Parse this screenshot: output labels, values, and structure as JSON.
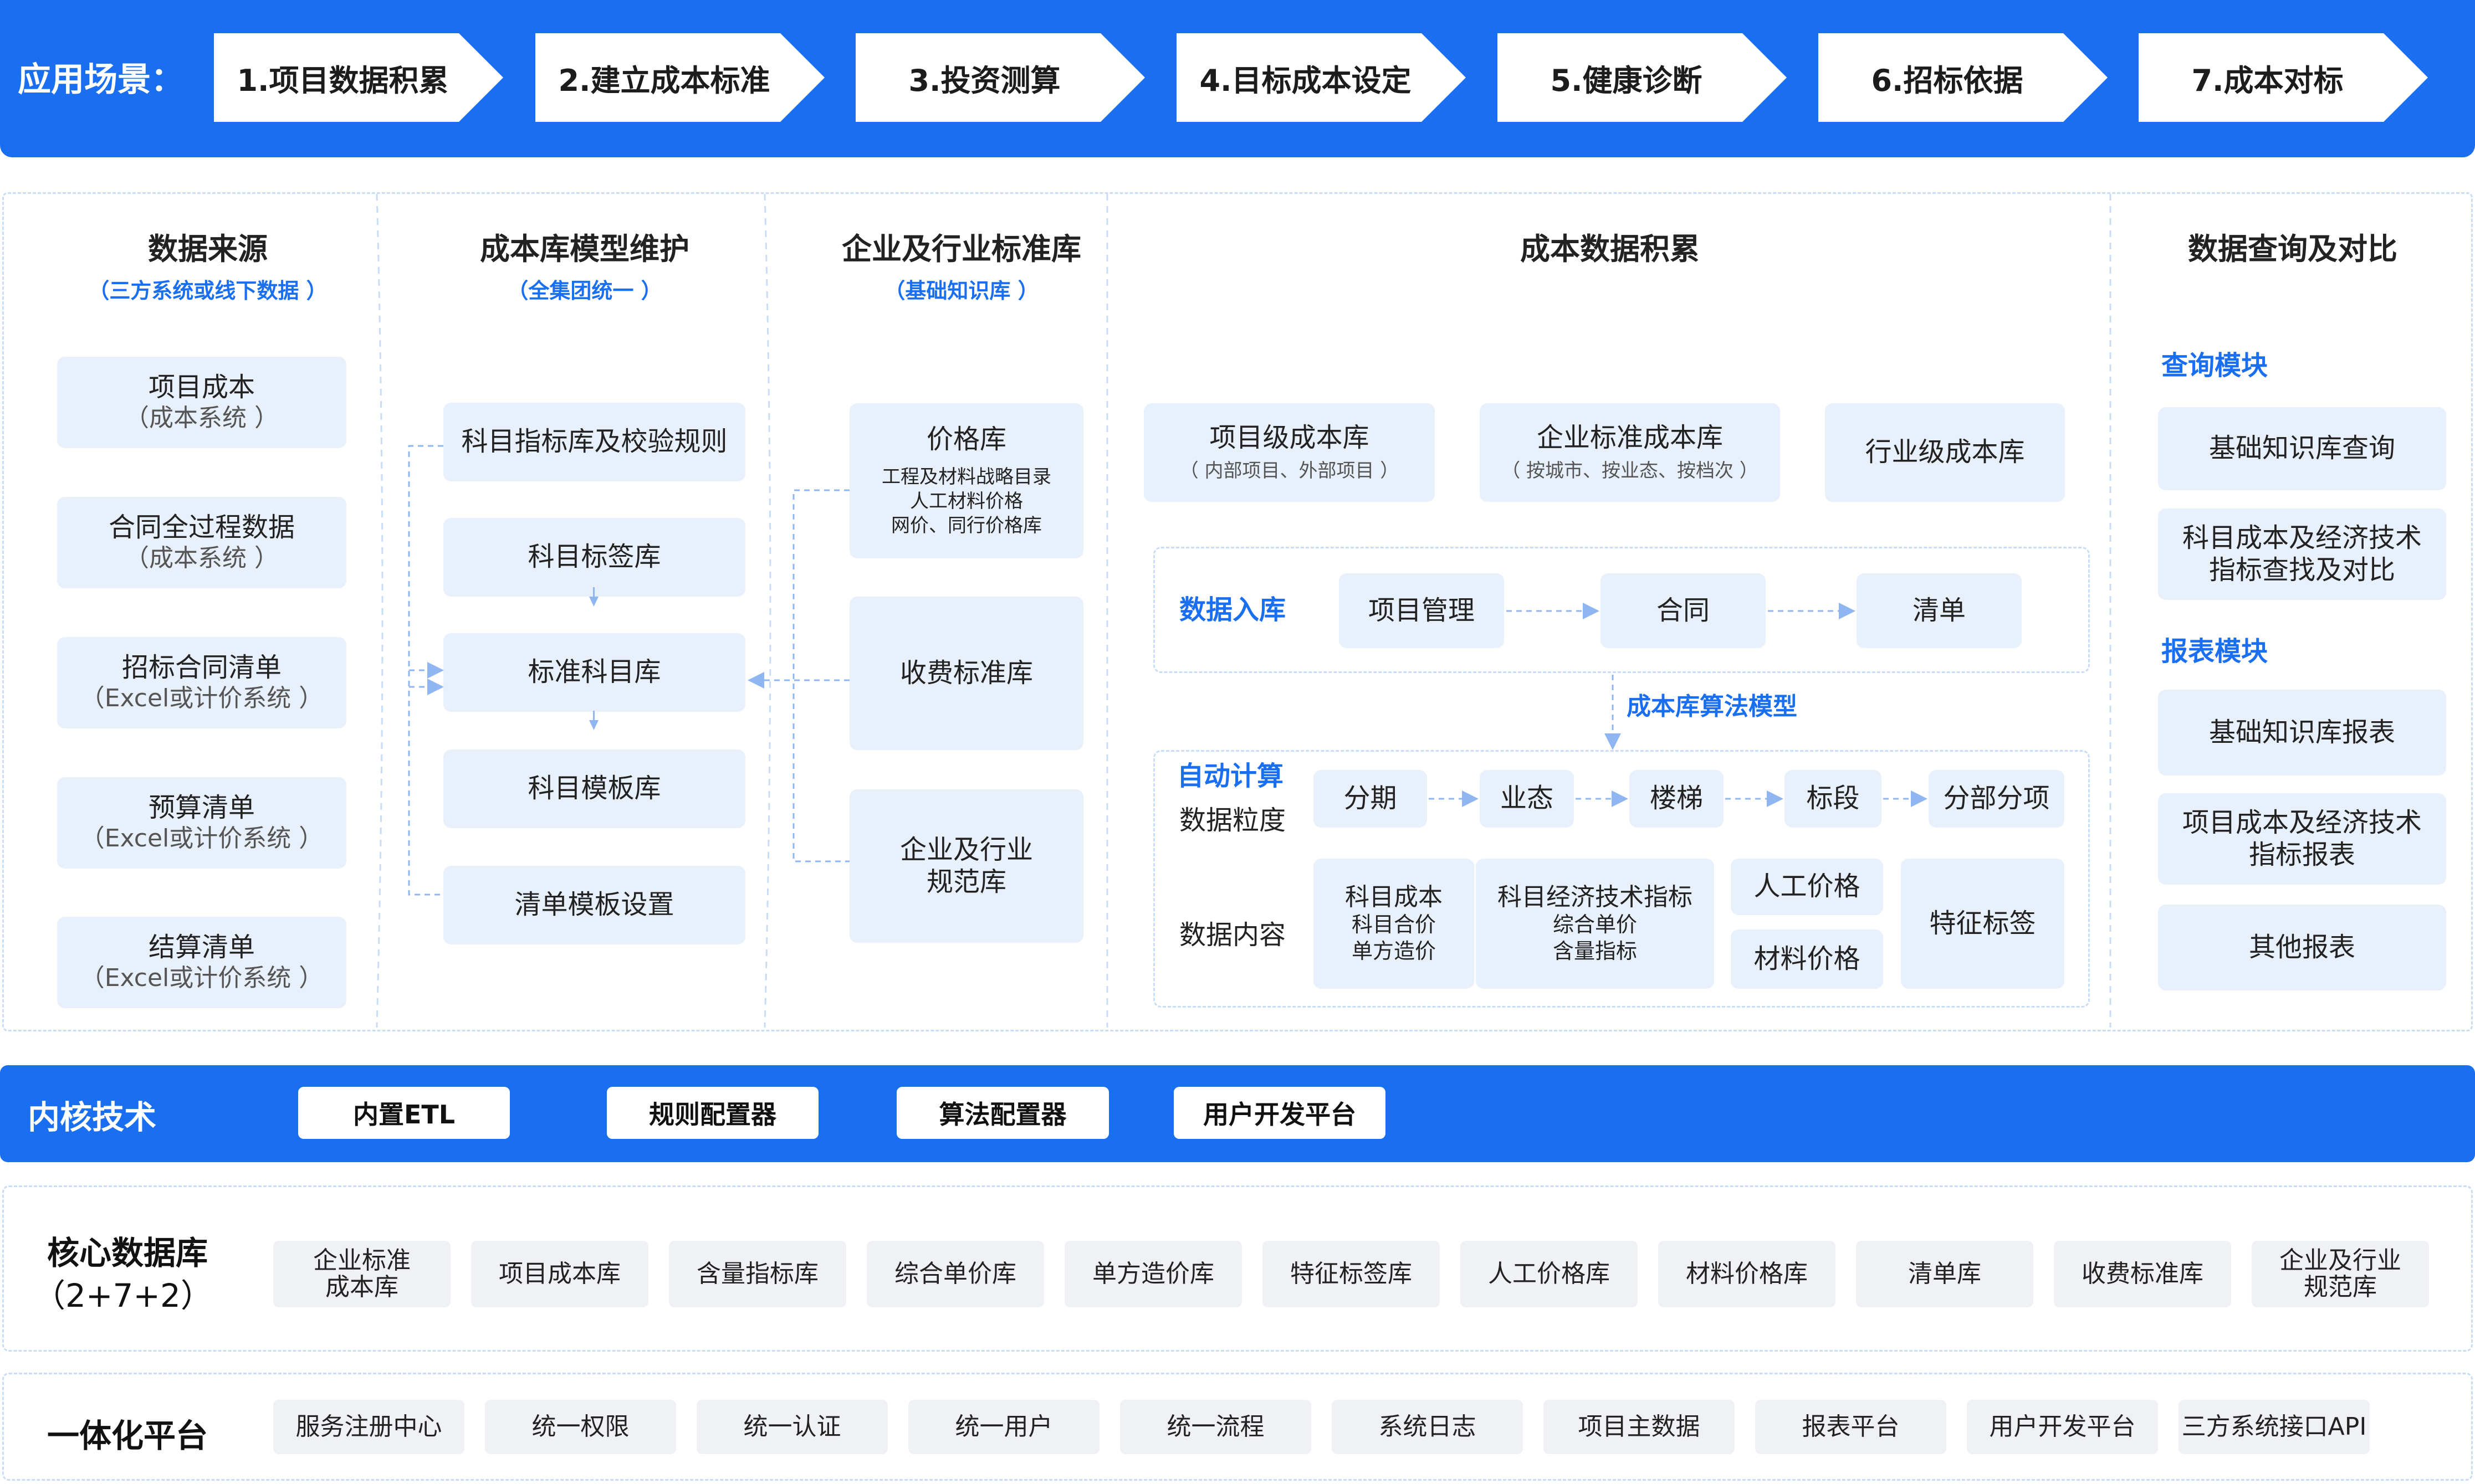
{
  "top_bar": {
    "label": "应用场景：",
    "steps": [
      "1.项目数据积累",
      "2.建立成本标准",
      "3.投资测算",
      "4.目标成本设定",
      "5.健康诊断",
      "6.招标依据",
      "7.成本对标"
    ]
  },
  "col_source": {
    "title": "数据来源",
    "subtitle": "（三方系统或线下数据 ）",
    "items": [
      {
        "main": "项目成本",
        "sub": "（成本系统 ）"
      },
      {
        "main": "合同全过程数据",
        "sub": "（成本系统 ）"
      },
      {
        "main": "招标合同清单",
        "sub": "（Excel或计价系统 ）"
      },
      {
        "main": "预算清单",
        "sub": "（Excel或计价系统 ）"
      },
      {
        "main": "结算清单",
        "sub": "（Excel或计价系统 ）"
      }
    ]
  },
  "col_model": {
    "title": "成本库模型维护",
    "subtitle": "（全集团统一 ）",
    "items": [
      "科目指标库及校验规则",
      "科目标签库",
      "标准科目库",
      "科目模板库",
      "清单模板设置"
    ]
  },
  "col_std": {
    "title": "企业及行业标准库",
    "subtitle": "（基础知识库 ）",
    "price": {
      "main": "价格库",
      "lines": [
        "工程及材料战略目录",
        "人工材料价格",
        "网价、同行价格库"
      ]
    },
    "fee": "收费标准库",
    "norm": "企业及行业\n规范库"
  },
  "col_accum": {
    "title": "成本数据积累",
    "libs": [
      {
        "main": "项目级成本库",
        "sub": "（ 内部项目、外部项目 ）"
      },
      {
        "main": "企业标准成本库",
        "sub": "（ 按城市、按业态、按档次 ）"
      },
      {
        "main": "行业级成本库",
        "sub": ""
      }
    ],
    "ingest": {
      "label": "数据入库",
      "items": [
        "项目管理",
        "合同",
        "清单"
      ]
    },
    "algo_label": "成本库算法模型",
    "auto": {
      "label": "自动计算",
      "granularity_label": "数据粒度",
      "granularity": [
        "分期",
        "业态",
        "楼梯",
        "标段",
        "分部分项"
      ],
      "content_label": "数据内容",
      "content": [
        {
          "main": "科目成本",
          "lines": [
            "科目合价",
            "单方造价"
          ]
        },
        {
          "main": "科目经济技术指标",
          "lines": [
            "综合单价",
            "含量指标"
          ]
        }
      ],
      "labor": "人工价格",
      "material": "材料价格",
      "feature": "特征标签"
    }
  },
  "col_query": {
    "title": "数据查询及对比",
    "query_label": "查询模块",
    "query_items": [
      "基础知识库查询",
      "科目成本及经济技术\n指标查找及对比"
    ],
    "report_label": "报表模块",
    "report_items": [
      "基础知识库报表",
      "项目成本及经济技术\n指标报表",
      "其他报表"
    ]
  },
  "core_tech": {
    "label": "内核技术",
    "items": [
      "内置ETL",
      "规则配置器",
      "算法配置器",
      "用户开发平台"
    ]
  },
  "core_db": {
    "label": "核心数据库",
    "label2": "（2+7+2）",
    "items": [
      "企业标准\n成本库",
      "项目成本库",
      "含量指标库",
      "综合单价库",
      "单方造价库",
      "特征标签库",
      "人工价格库",
      "材料价格库",
      "清单库",
      "收费标准库",
      "企业及行业\n规范库"
    ]
  },
  "platform": {
    "label": "一体化平台",
    "items": [
      "服务注册中心",
      "统一权限",
      "统一认证",
      "统一用户",
      "统一流程",
      "系统日志",
      "项目主数据",
      "报表平台",
      "用户开发平台",
      "三方系统接口API"
    ]
  },
  "colors": {
    "primary": "#1a6ff0",
    "light_box": "#e8f0fc",
    "gray_box": "#f0f1f4"
  }
}
